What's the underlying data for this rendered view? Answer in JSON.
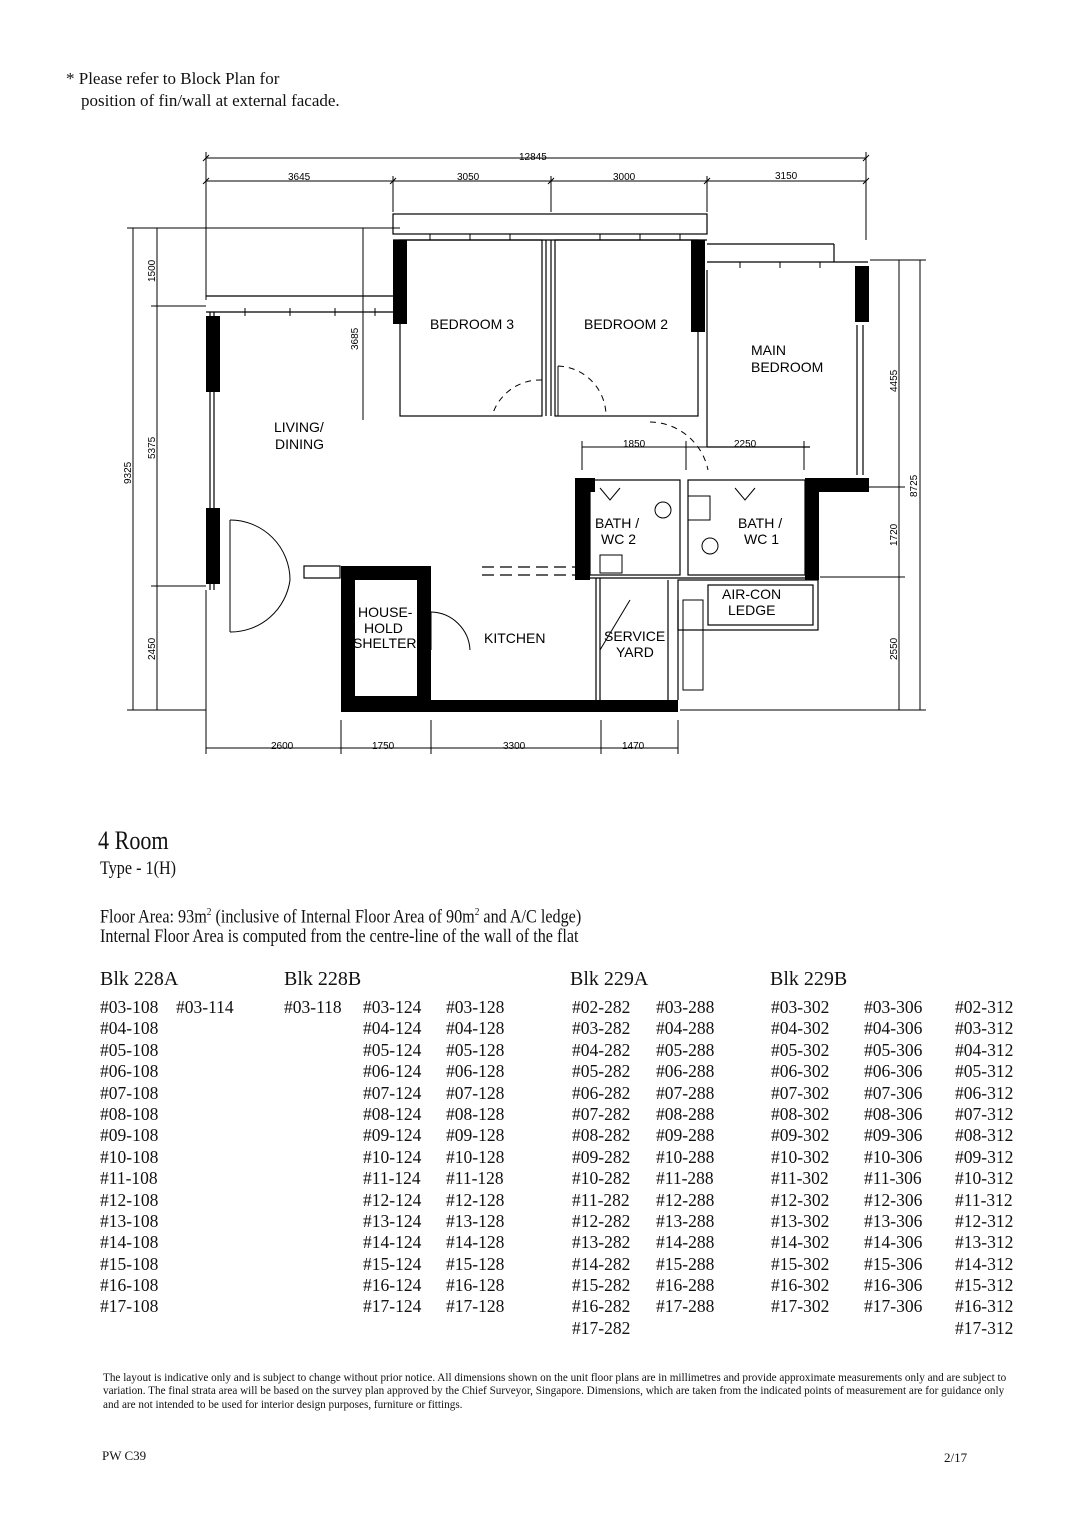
{
  "note": {
    "line1": "* Please refer to Block Plan for",
    "line2": "position of fin/wall at external facade."
  },
  "plan": {
    "rooms": {
      "bedroom3": "BEDROOM 3",
      "bedroom2": "BEDROOM 2",
      "main_bedroom_1": "MAIN",
      "main_bedroom_2": "BEDROOM",
      "living_1": "LIVING/",
      "living_2": "DINING",
      "bath2_1": "BATH /",
      "bath2_2": "WC 2",
      "bath1_1": "BATH /",
      "bath1_2": "WC 1",
      "aircon_1": "AIR-CON",
      "aircon_2": "LEDGE",
      "shelter_1": "HOUSE-",
      "shelter_2": "HOLD",
      "shelter_3": "SHELTER",
      "kitchen": "KITCHEN",
      "service_1": "SERVICE",
      "service_2": "YARD"
    },
    "dimensions": {
      "overall_width": "12845",
      "top_1": "3645",
      "top_2": "3050",
      "top_3": "3000",
      "top_4": "3150",
      "bottom_1": "2600",
      "bottom_2": "1750",
      "bottom_3": "3300",
      "bottom_4": "1470",
      "left_total": "9325",
      "left_1": "1500",
      "left_2": "5375",
      "left_3": "2450",
      "living_depth": "3685",
      "bath2_width": "1850",
      "bath1_width": "2250",
      "right_total": "8725",
      "right_1": "4455",
      "right_2": "1720",
      "right_3": "2550"
    }
  },
  "unit": {
    "title": "4 Room",
    "type": "Type - 1(H)",
    "floor_area_line1_a": "Floor Area: 93m",
    "floor_area_sup1": "2",
    "floor_area_line1_b": " (inclusive of Internal Floor Area of 90m",
    "floor_area_sup2": "2",
    "floor_area_line1_c": " and A/C ledge)",
    "floor_area_line2": "Internal Floor Area is computed from the centre-line of the wall of the flat"
  },
  "blocks": [
    {
      "name": "Blk 228A",
      "columns": [
        [
          "#03-108",
          "#04-108",
          "#05-108",
          "#06-108",
          "#07-108",
          "#08-108",
          "#09-108",
          "#10-108",
          "#11-108",
          "#12-108",
          "#13-108",
          "#14-108",
          "#15-108",
          "#16-108",
          "#17-108"
        ],
        [
          "#03-114"
        ]
      ]
    },
    {
      "name": "Blk 228B",
      "columns": [
        [
          "#03-118"
        ],
        [
          "#03-124",
          "#04-124",
          "#05-124",
          "#06-124",
          "#07-124",
          "#08-124",
          "#09-124",
          "#10-124",
          "#11-124",
          "#12-124",
          "#13-124",
          "#14-124",
          "#15-124",
          "#16-124",
          "#17-124"
        ],
        [
          "#03-128",
          "#04-128",
          "#05-128",
          "#06-128",
          "#07-128",
          "#08-128",
          "#09-128",
          "#10-128",
          "#11-128",
          "#12-128",
          "#13-128",
          "#14-128",
          "#15-128",
          "#16-128",
          "#17-128"
        ]
      ]
    },
    {
      "name": "Blk 229A",
      "columns": [
        [
          "#02-282",
          "#03-282",
          "#04-282",
          "#05-282",
          "#06-282",
          "#07-282",
          "#08-282",
          "#09-282",
          "#10-282",
          "#11-282",
          "#12-282",
          "#13-282",
          "#14-282",
          "#15-282",
          "#16-282",
          "#17-282"
        ],
        [
          "#03-288",
          "#04-288",
          "#05-288",
          "#06-288",
          "#07-288",
          "#08-288",
          "#09-288",
          "#10-288",
          "#11-288",
          "#12-288",
          "#13-288",
          "#14-288",
          "#15-288",
          "#16-288",
          "#17-288"
        ]
      ]
    },
    {
      "name": "Blk 229B",
      "columns": [
        [
          "#03-302",
          "#04-302",
          "#05-302",
          "#06-302",
          "#07-302",
          "#08-302",
          "#09-302",
          "#10-302",
          "#11-302",
          "#12-302",
          "#13-302",
          "#14-302",
          "#15-302",
          "#16-302",
          "#17-302"
        ],
        [
          "#03-306",
          "#04-306",
          "#05-306",
          "#06-306",
          "#07-306",
          "#08-306",
          "#09-306",
          "#10-306",
          "#11-306",
          "#12-306",
          "#13-306",
          "#14-306",
          "#15-306",
          "#16-306",
          "#17-306"
        ],
        [
          "#02-312",
          "#03-312",
          "#04-312",
          "#05-312",
          "#06-312",
          "#07-312",
          "#08-312",
          "#09-312",
          "#10-312",
          "#11-312",
          "#12-312",
          "#13-312",
          "#14-312",
          "#15-312",
          "#16-312",
          "#17-312"
        ]
      ]
    }
  ],
  "disclaimer": "The layout is indicative only and is subject to change without prior notice. All dimensions shown on the unit floor plans are in millimetres and provide approximate measurements only and are subject to variation. The final strata area will be based on the survey plan approved by the Chief Surveyor, Singapore. Dimensions, which are taken from the indicated points of measurement are for guidance only and are not intended to be used for interior design purposes, furniture or fittings.",
  "footer": {
    "code": "PW C39",
    "page": "2/17"
  }
}
